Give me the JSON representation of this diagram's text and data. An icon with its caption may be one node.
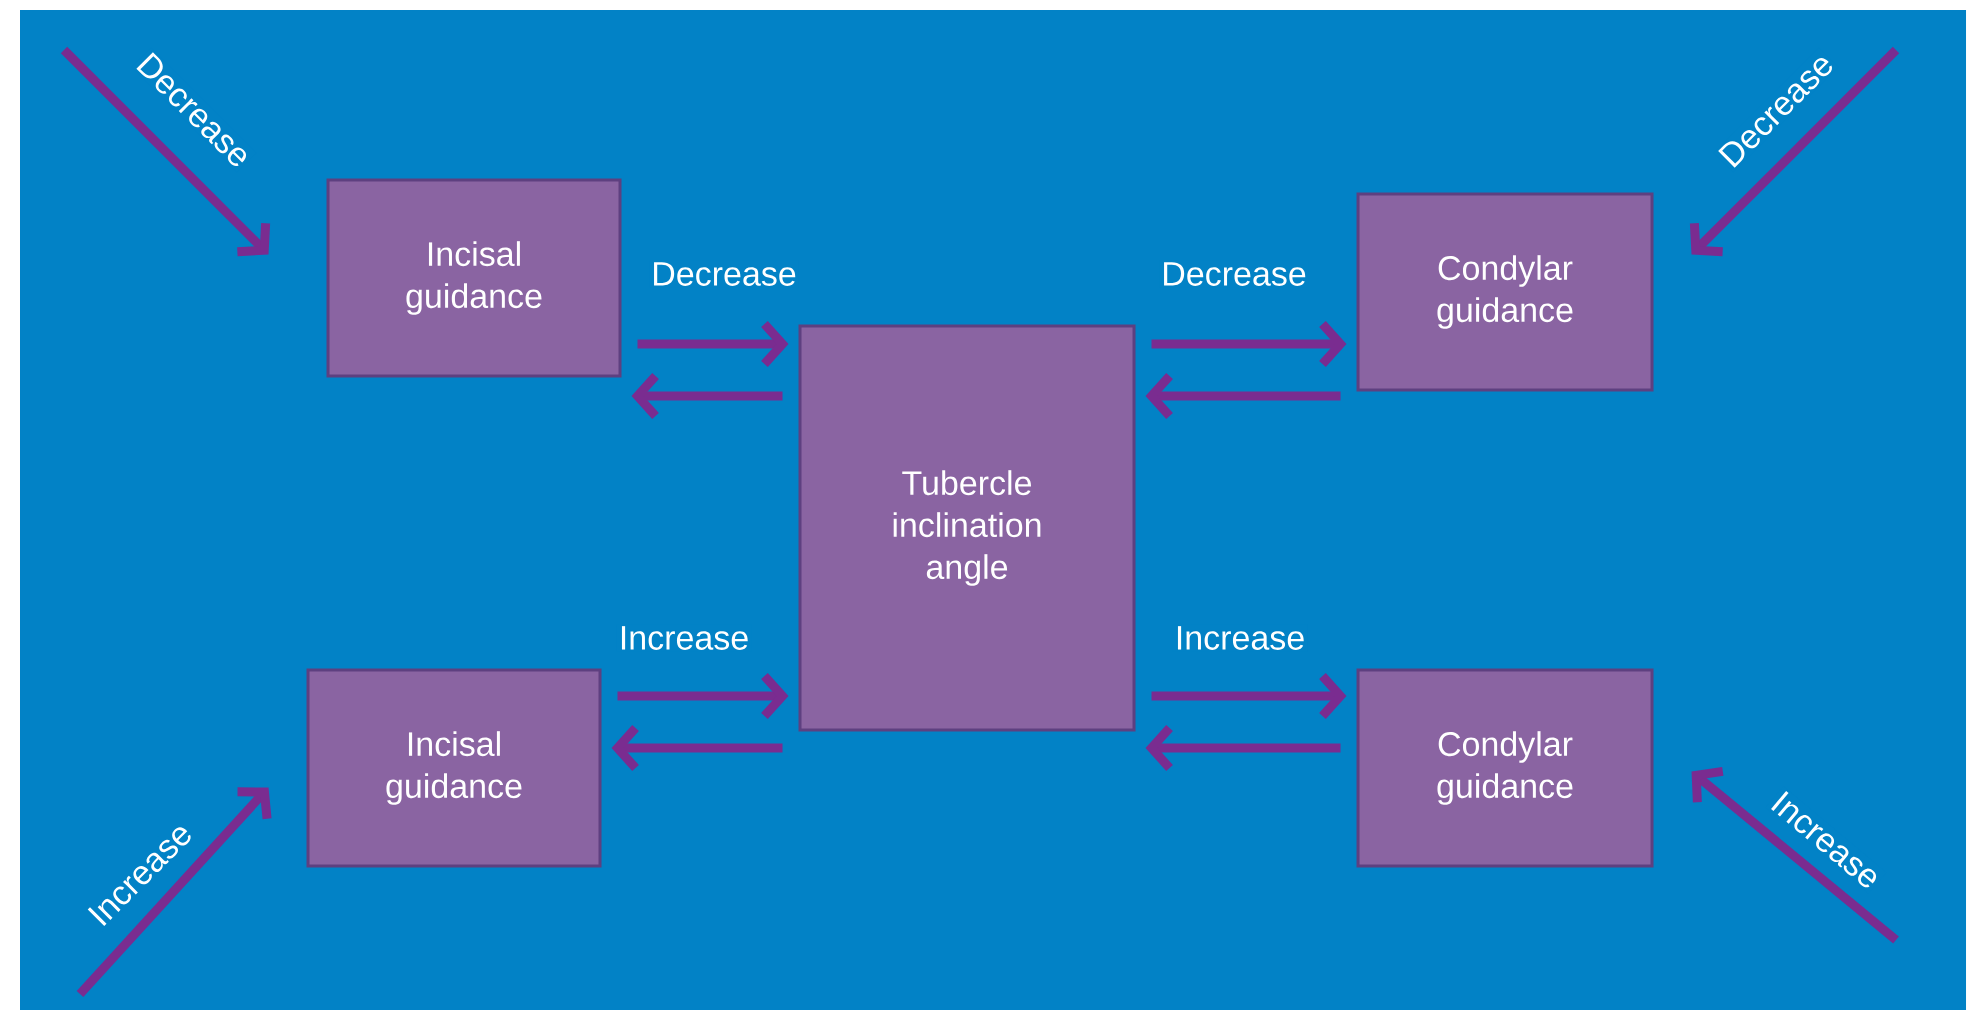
{
  "diagram": {
    "nodes": [
      {
        "text": [
          "Incisal guidance"
        ]
      },
      {
        "text": [
          "Condylar guidance"
        ]
      },
      {
        "text": [
          "Tubercle inclination angle"
        ]
      },
      {
        "text": [
          "Incisal guidance"
        ]
      },
      {
        "text": [
          "Condylar guidance"
        ]
      }
    ],
    "edges": [
      {
        "from": 0,
        "to": 2,
        "arrow": "to",
        "label": "Decrease"
      },
      {
        "from": 2,
        "to": 0,
        "arrow": "to"
      },
      {
        "from": 2,
        "to": 1,
        "arrow": "to",
        "label": "Decrease"
      },
      {
        "from": 1,
        "to": 2,
        "arrow": "to"
      },
      {
        "from": 3,
        "to": 2,
        "arrow": "to",
        "label": "Increase"
      },
      {
        "from": 2,
        "to": 3,
        "arrow": "to"
      },
      {
        "from": 2,
        "to": 4,
        "arrow": "to",
        "label": "Increase"
      },
      {
        "from": 4,
        "to": 2,
        "arrow": "to"
      },
      {
        "from": null,
        "to": 0,
        "arrow": "to",
        "label": "Decrease"
      },
      {
        "from": null,
        "to": 1,
        "arrow": "to",
        "label": "Decrease"
      },
      {
        "from": null,
        "to": 3,
        "arrow": "to",
        "label": "Increase"
      },
      {
        "from": null,
        "to": 4,
        "arrow": "to",
        "label": "Increase"
      }
    ]
  }
}
